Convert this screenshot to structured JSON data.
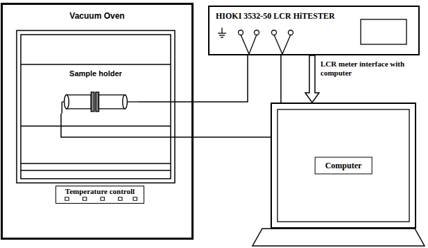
{
  "diagram": {
    "nodes": [
      {
        "text": [
          "Vacuum Oven"
        ]
      },
      {
        "text": [
          "Sample holder"
        ],
        "in": 0
      },
      {
        "text": [
          "Temperature controll"
        ],
        "in": 0
      },
      {
        "text": [
          "HIOKI 3532-50 LCR HiTESTER"
        ]
      },
      {
        "text": [
          "Computer"
        ]
      }
    ],
    "edges": [
      {
        "from": 1,
        "to": 3,
        "arrow": "none"
      },
      {
        "from": 1,
        "to": 3,
        "arrow": "none"
      },
      {
        "from": 3,
        "to": 4,
        "arrow": "to",
        "label": "LCR meter interface with computer"
      }
    ]
  }
}
